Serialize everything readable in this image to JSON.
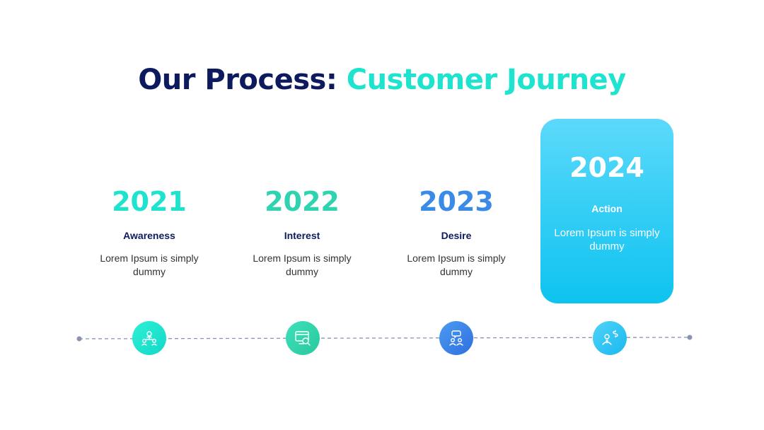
{
  "title": {
    "part1": "Our Process:",
    "part2": "Customer Journey"
  },
  "colors": {
    "navy": "#0d1b5e",
    "turquoise": "#1ee3cf",
    "green": "#2ed3b0",
    "blue": "#3a8ae8",
    "sky": "#0ec3f0",
    "timeline": "#8a94b0"
  },
  "steps": [
    {
      "year": "2021",
      "label": "Awareness",
      "desc": "Lorem Ipsum is simply dummy",
      "icon": "team-network-icon"
    },
    {
      "year": "2022",
      "label": "Interest",
      "desc": "Lorem Ipsum is simply dummy",
      "icon": "monitor-search-icon"
    },
    {
      "year": "2023",
      "label": "Desire",
      "desc": "Lorem Ipsum is simply dummy",
      "icon": "group-chat-icon"
    },
    {
      "year": "2024",
      "label": "Action",
      "desc": "Lorem Ipsum is simply dummy",
      "icon": "user-dollar-icon"
    }
  ]
}
